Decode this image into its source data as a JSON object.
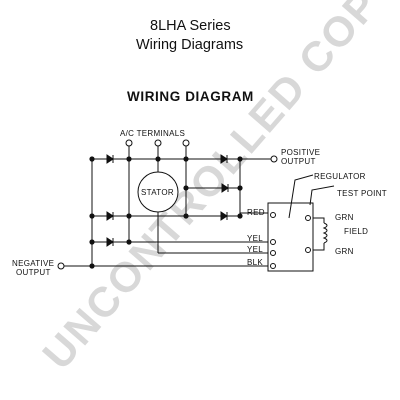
{
  "header": {
    "series": "8LHA Series",
    "subtitle": "Wiring Diagrams",
    "diagram_title": "WIRING  DIAGRAM"
  },
  "labels": {
    "ac_terminals": "A/C TERMINALS",
    "positive_line1": "POSITIVE",
    "positive_line2": "OUTPUT",
    "stator": "STATOR",
    "regulator": "REGULATOR",
    "test_point": "TEST POINT",
    "red": "RED",
    "yel1": "YEL",
    "yel2": "YEL",
    "blk": "BLK",
    "grn1": "GRN",
    "grn2": "GRN",
    "field": "FIELD",
    "negative_line1": "NEGATIVE",
    "negative_line2": "OUTPUT"
  },
  "watermark": "UNCONTROLLED COPY",
  "colors": {
    "line": "#111111",
    "watermark": "#d8d8d8",
    "background": "#ffffff"
  }
}
